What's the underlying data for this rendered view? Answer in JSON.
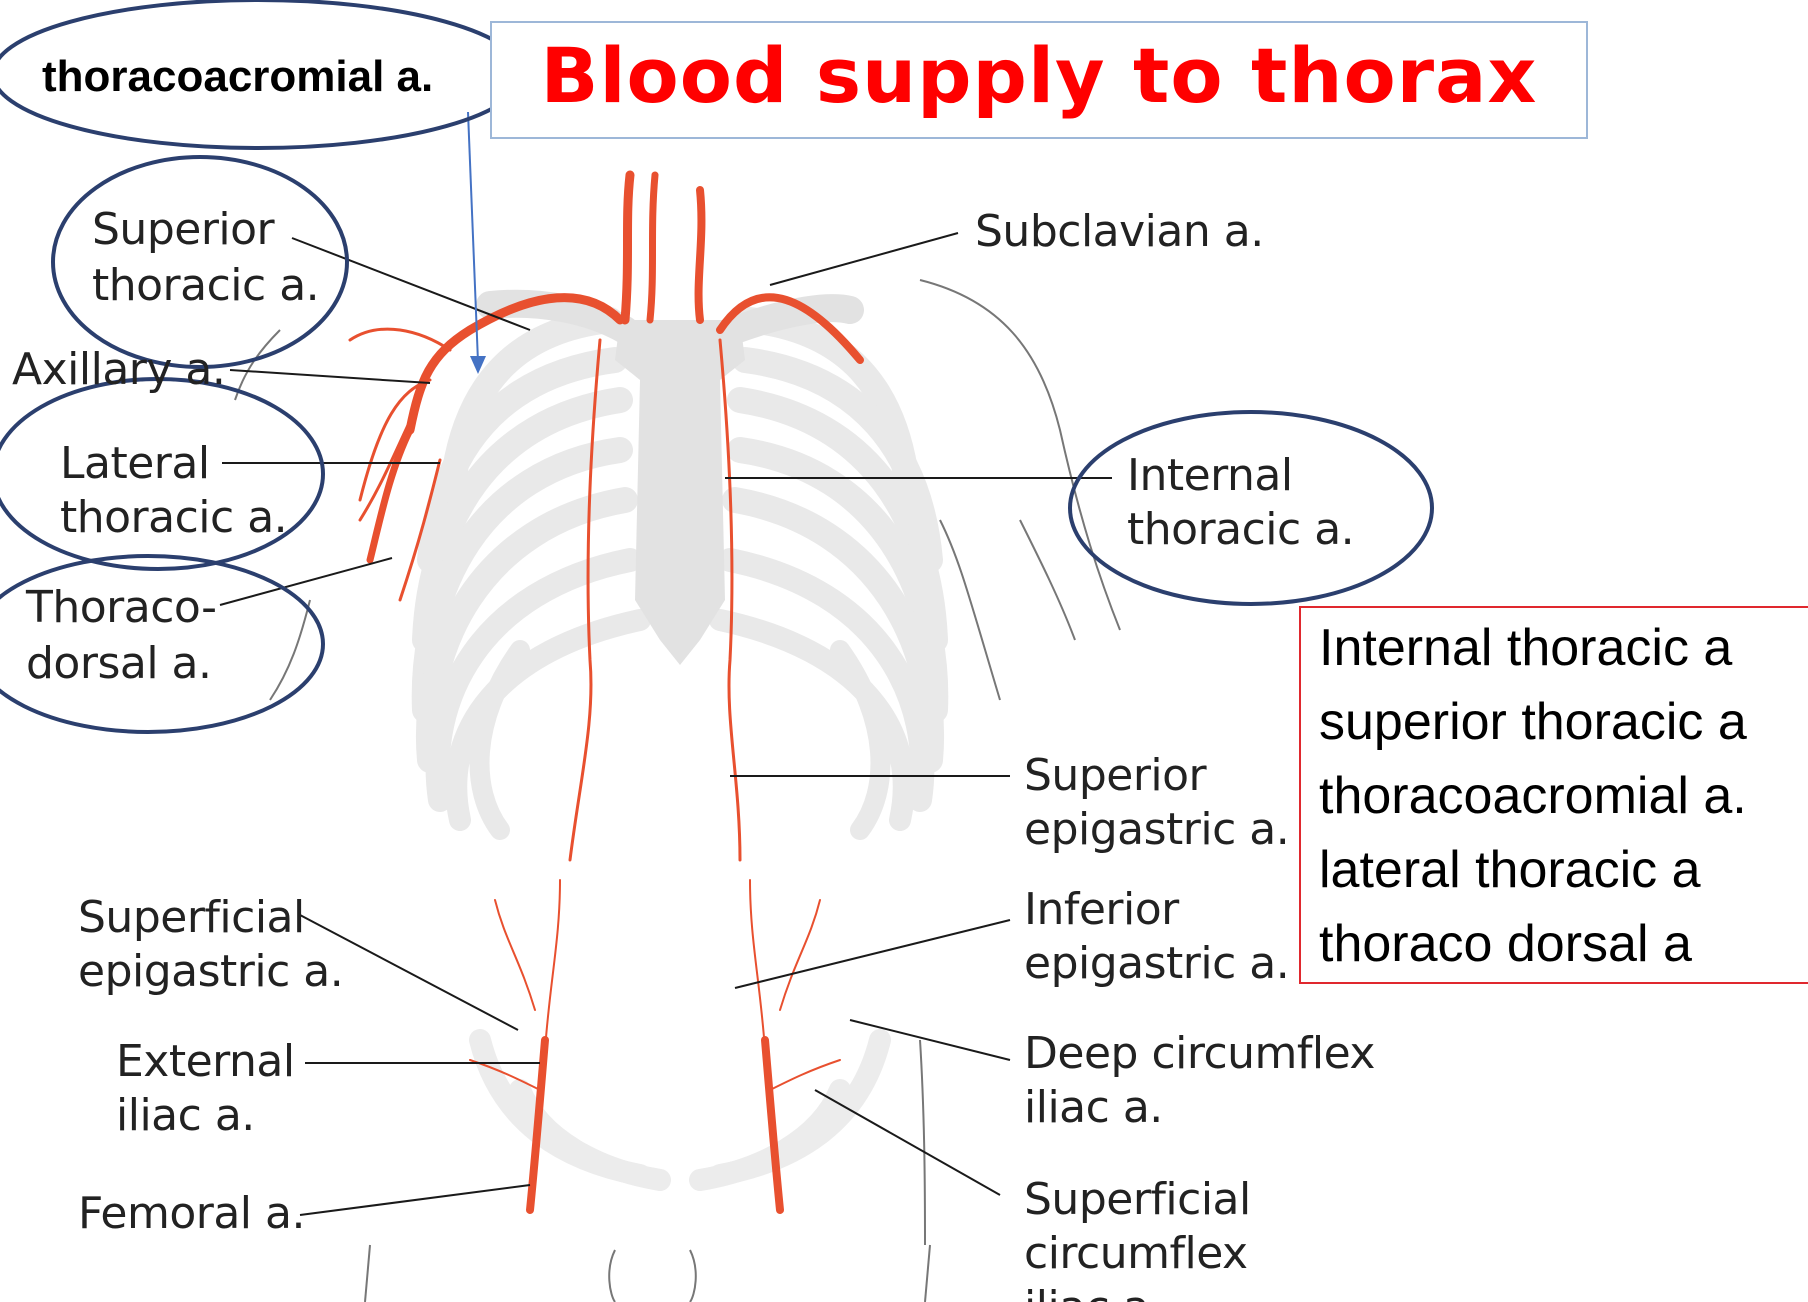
{
  "slide": {
    "title": "Blood supply to thorax"
  },
  "labels": {
    "thoracoacromial": "thoracoacromial a.",
    "superior_thoracic": [
      "Superior",
      "thoracic a."
    ],
    "axillary": "Axillary a.",
    "lateral_thoracic": [
      "Lateral",
      "thoracic a."
    ],
    "thoracodorsal": [
      "Thoraco-",
      "dorsal a."
    ],
    "subclavian": "Subclavian a.",
    "internal_thoracic": [
      "Internal",
      "thoracic a."
    ],
    "superior_epigastric": [
      "Superior",
      "epigastric a."
    ],
    "inferior_epigastric": [
      "Inferior",
      "epigastric a."
    ],
    "superficial_epigastric": [
      "Superficial",
      "epigastric a."
    ],
    "external_iliac": [
      "External",
      "iliac a."
    ],
    "deep_circumflex_iliac": [
      "Deep circumflex",
      "iliac a."
    ],
    "femoral": "Femoral a.",
    "superficial_circumflex_iliac": [
      "Superficial",
      "circumflex",
      "iliac a."
    ]
  },
  "notes_box": {
    "lines": [
      "Internal thoracic a",
      "superior thoracic a",
      "thoracoacromial a.",
      "lateral thoracic a",
      "thoraco dorsal a"
    ]
  },
  "colors": {
    "title": "#ff0000",
    "artery": "#e8502f",
    "bone": "#ececec",
    "ellipse_stroke": "#2b3f6e",
    "notes_border": "#e0282e",
    "title_border": "#9db7d8"
  }
}
